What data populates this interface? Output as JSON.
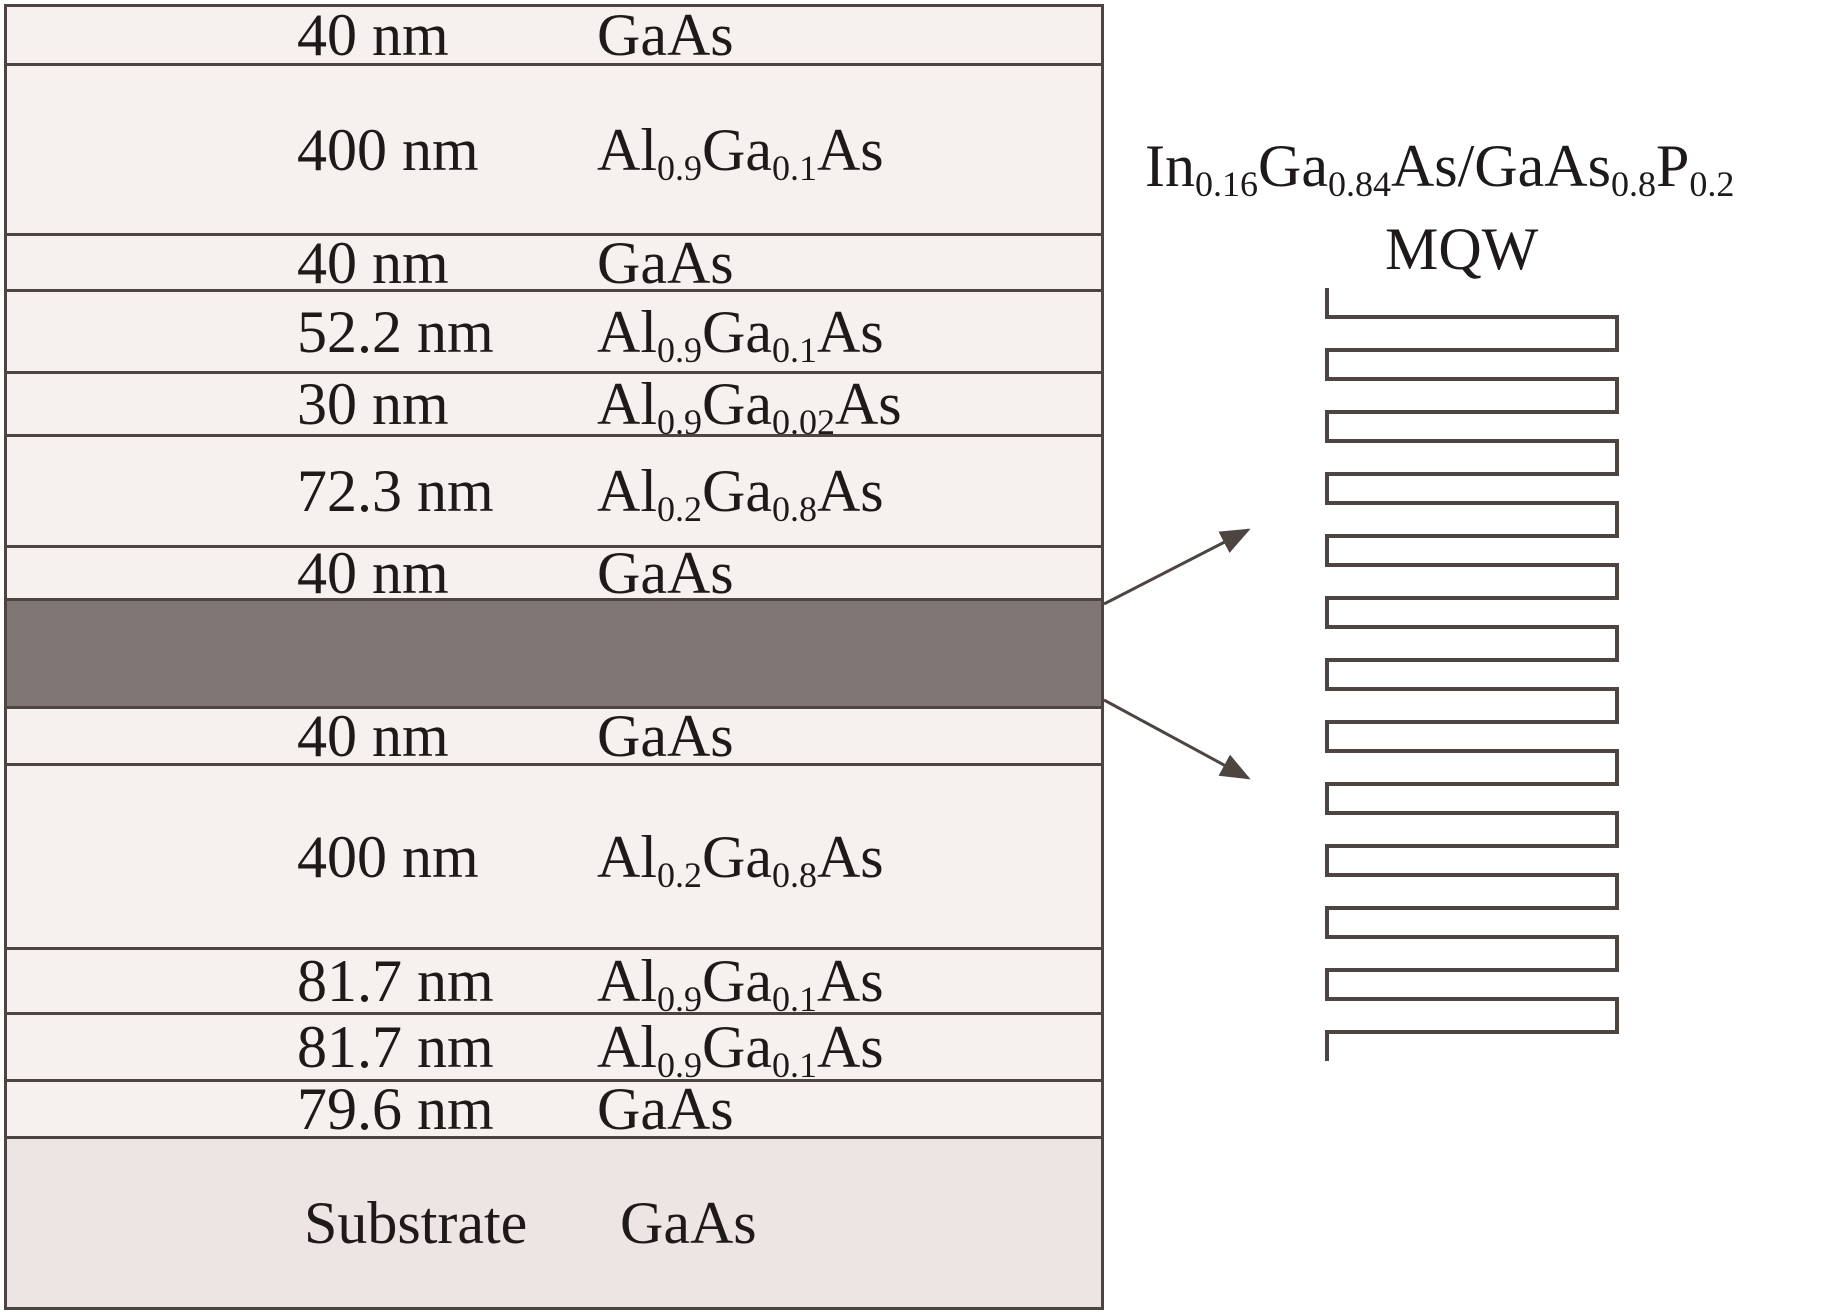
{
  "layers": [
    {
      "thickness": "40 nm",
      "material": [
        "GaAs"
      ]
    },
    {
      "thickness": "400 nm",
      "material": [
        "Al",
        "0.9",
        "Ga",
        "0.1",
        "As"
      ]
    },
    {
      "thickness": "40 nm",
      "material": [
        "GaAs"
      ]
    },
    {
      "thickness": "52.2 nm",
      "material": [
        "Al",
        "0.9",
        "Ga",
        "0.1",
        "As"
      ]
    },
    {
      "thickness": "30 nm",
      "material": [
        "Al",
        "0.9",
        "Ga",
        "0.02",
        "As"
      ]
    },
    {
      "thickness": "72.3 nm",
      "material": [
        "Al",
        "0.2",
        "Ga",
        "0.8",
        "As"
      ]
    },
    {
      "thickness": "40 nm",
      "material": [
        "GaAs"
      ]
    },
    {
      "thickness": "",
      "material": []
    },
    {
      "thickness": "40 nm",
      "material": [
        "GaAs"
      ]
    },
    {
      "thickness": "400 nm",
      "material": [
        "Al",
        "0.2",
        "Ga",
        "0.8",
        "As"
      ]
    },
    {
      "thickness": "81.7 nm",
      "material": [
        "Al",
        "0.9",
        "Ga",
        "0.1",
        "As"
      ]
    },
    {
      "thickness": "81.7 nm",
      "material": [
        "Al",
        "0.9",
        "Ga",
        "0.1",
        "As"
      ]
    },
    {
      "thickness": "79.6 nm",
      "material": [
        "GaAs"
      ]
    },
    {
      "thickness": "Substrate",
      "material": [
        "GaAs"
      ]
    }
  ],
  "mqw": {
    "formula": [
      "In",
      "0.16",
      "Ga",
      "0.84",
      "As/GaAs",
      "0.8",
      "P",
      "0.2"
    ],
    "label": "MQW",
    "period_count": 12
  },
  "colors": {
    "line": "#4d4542",
    "layer_fill": "#f6f1ef",
    "mqw_fill": "#807674",
    "substrate_fill": "#ede5e3",
    "text": "#1e1a19"
  }
}
